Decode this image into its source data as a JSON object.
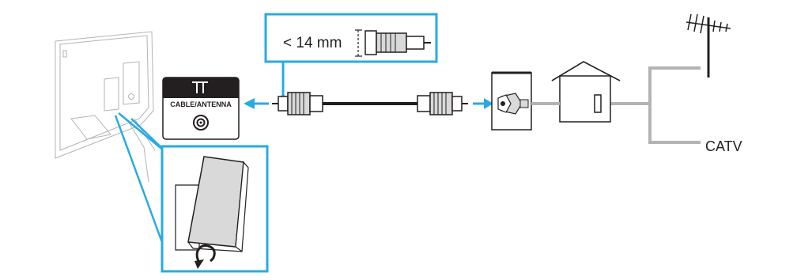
{
  "size_callout": {
    "text": "< 14 mm"
  },
  "port_label": {
    "text": "CABLE/ANTENNA"
  },
  "catv_label": {
    "text": "CATV"
  },
  "colors": {
    "accent": "#29abe2",
    "gray_line": "#b3b3b3",
    "dark": "#231f20",
    "panel_gray": "#d9d9d9",
    "white": "#ffffff"
  },
  "icons": {
    "port_symbol": "antenna-t-symbol-icon",
    "coax_port": "coaxial-port-icon",
    "wall_outlet": "wall-antenna-outlet-icon",
    "house": "house-icon",
    "antenna": "rooftop-antenna-icon",
    "rotate_arrow": "rotate-arrow-icon"
  }
}
